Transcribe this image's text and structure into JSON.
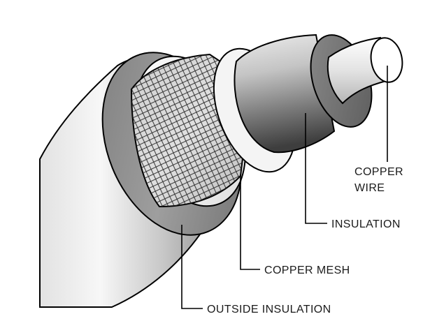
{
  "diagram": {
    "labels": {
      "copper_wire_line1": "COPPER",
      "copper_wire_line2": "WIRE",
      "insulation": "INSULATION",
      "copper_mesh": "COPPER MESH",
      "outside_insulation": "OUTSIDE INSULATION"
    }
  }
}
